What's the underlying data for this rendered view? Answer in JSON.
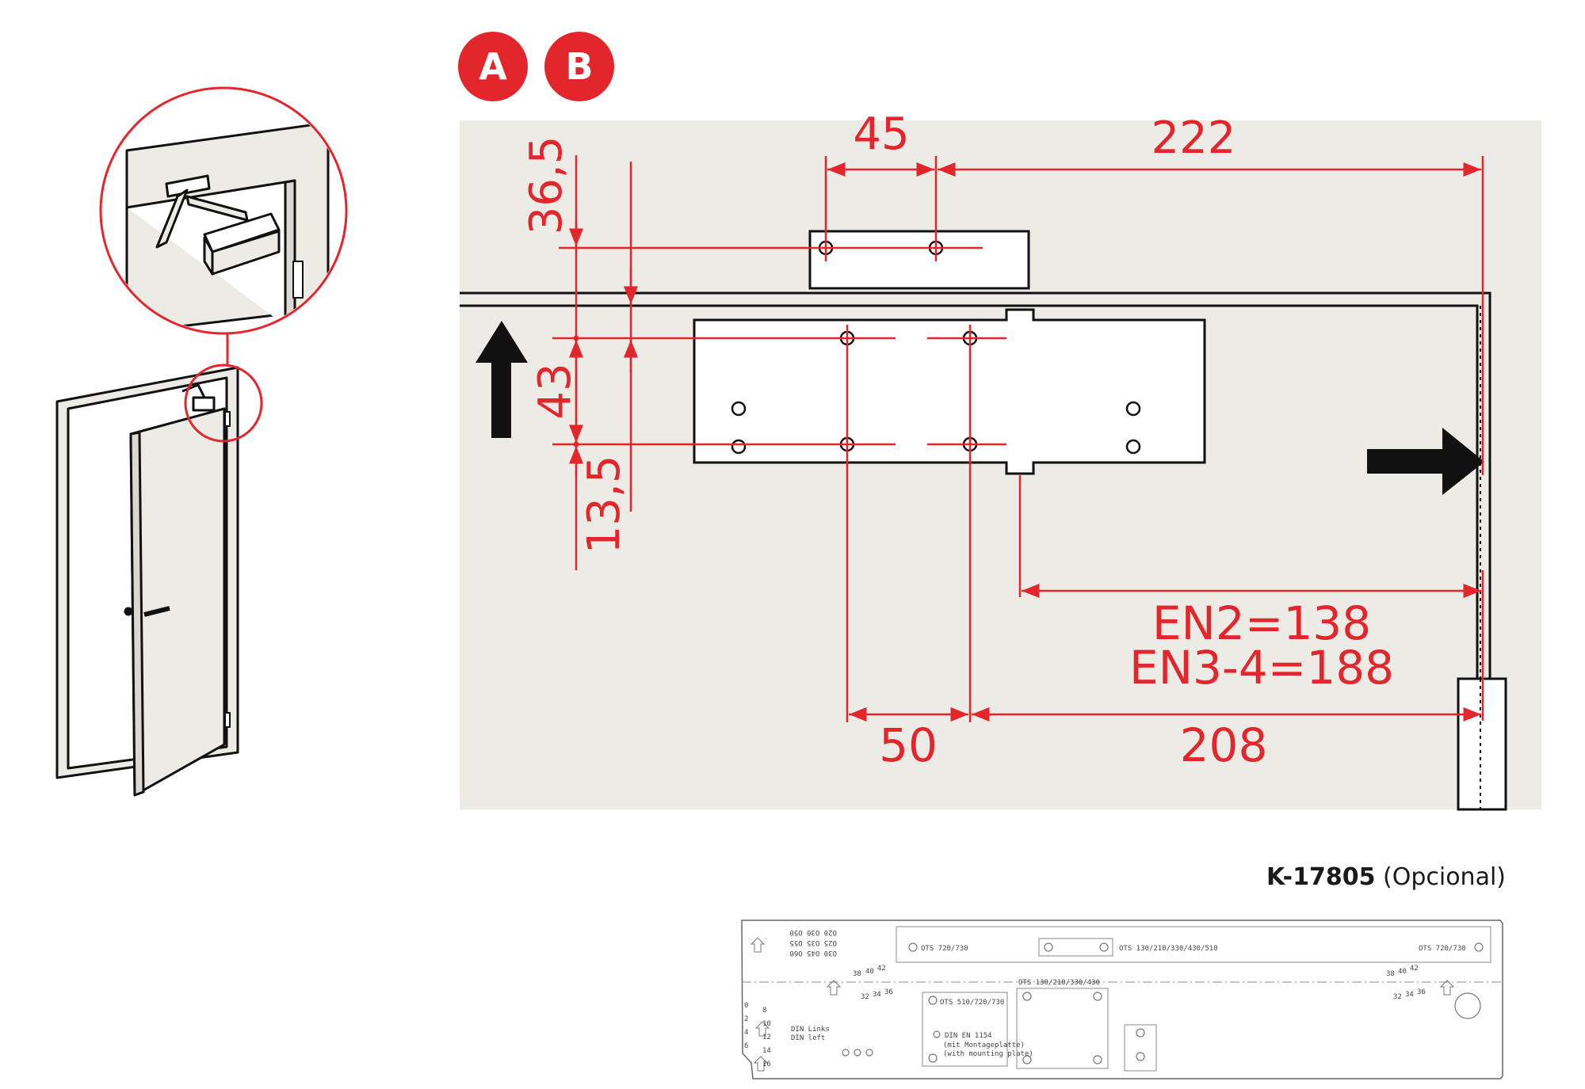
{
  "badges": {
    "a": "A",
    "b": "B"
  },
  "colors": {
    "accent": "#e3262c",
    "panel": "#ecebe5",
    "line": "#111111"
  },
  "dimensions": {
    "d_36_5": "36,5",
    "d_45": "45",
    "d_222": "222",
    "d_43": "43",
    "d_13_5": "13,5",
    "en2": "EN2=138",
    "en3_4": "EN3-4=188",
    "d_50": "50",
    "d_208": "208"
  },
  "template": {
    "code": "K-17805",
    "optional": "(Opcional)",
    "labels": {
      "ots_720_730_a": "OTS 720/730",
      "ots_130_510": "OTS 130/210/330/430/510",
      "ots_720_730_b": "OTS 720/730",
      "ots_510_720_730": "OTS 510/720/730",
      "ots_130_430": "OTS 130/210/330/430",
      "din_en_1154": "DIN EN 1154",
      "mit_montage": "(mit Montageplatte)",
      "with_mounting": "(with mounting plate)",
      "din_links": "DIN Links",
      "din_left": "DIN left",
      "n38": "38",
      "n40": "40",
      "n42": "42",
      "n32": "32",
      "n34": "34",
      "n36": "36",
      "s0": "0",
      "s8": "8",
      "s2": "2",
      "s10": "10",
      "s4": "4",
      "s12": "12",
      "s6": "6",
      "s14": "14",
      "s16": "16",
      "mirror1": "O20 O30 O50",
      "mirror2": "O25 O35 O55",
      "mirror3": "O30 O45 O60"
    }
  }
}
